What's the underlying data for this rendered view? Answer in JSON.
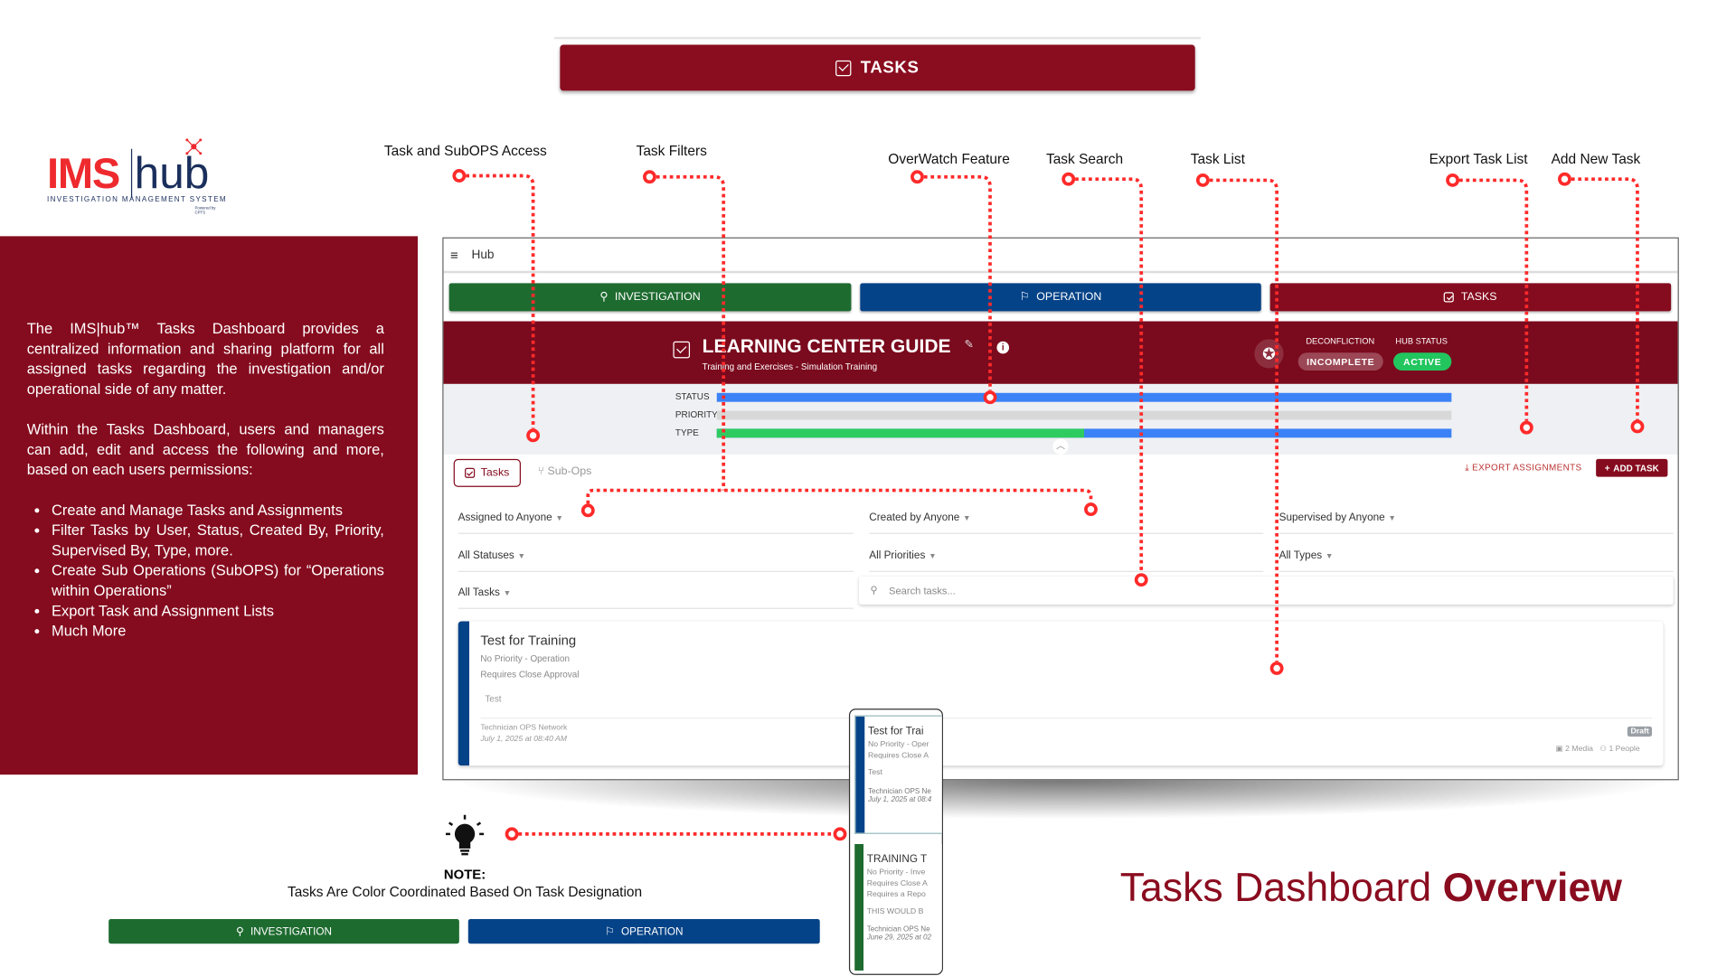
{
  "banner": {
    "title": "TASKS"
  },
  "logo": {
    "ims": "IMS",
    "hub": "hub",
    "tagline": "INVESTIGATION MANAGEMENT SYSTEM",
    "powered": "Powered by CPTS"
  },
  "intro": {
    "paragraphs": [
      "The IMS|hub™ Tasks Dashboard provides a centralized information and sharing platform for all assigned tasks regarding the investigation and/or operational side of any matter.",
      "Within the Tasks Dashboard, users and managers can add, edit and access the following and more, based on each users permissions:"
    ],
    "bullets": [
      "Create and Manage Tasks and Assignments",
      "Filter Tasks by User, Status, Created By, Priority, Supervised By, Type, more.",
      "Create Sub Operations (SubOPS) for “Operations within Operations”",
      "Export Task and Assignment Lists",
      "Much More"
    ]
  },
  "annotations": {
    "subops": "Task and SubOPS Access",
    "filters": "Task Filters",
    "overwatch": "OverWatch Feature",
    "search": "Task Search",
    "list": "Task List",
    "export": "Export Task List",
    "add": "Add New Task"
  },
  "app": {
    "header": "Hub",
    "nav": {
      "investigation": "INVESTIGATION",
      "operation": "OPERATION",
      "tasks": "TASKS"
    },
    "title": "LEARNING CENTER GUIDE",
    "subtitle": "Training and Exercises - Simulation Training",
    "deconfliction_label": "DECONFLICTION",
    "deconfliction_value": "INCOMPLETE",
    "hub_status_label": "HUB STATUS",
    "hub_status_value": "ACTIVE",
    "overwatch": {
      "status_label": "STATUS",
      "priority_label": "PRIORITY",
      "type_label": "TYPE",
      "type_green_fraction": 0.5
    },
    "tabs": {
      "tasks": "Tasks",
      "subops": "Sub-Ops"
    },
    "export": "EXPORT ASSIGNMENTS",
    "add": "ADD TASK",
    "filters": {
      "assigned": "Assigned to Anyone",
      "created": "Created by Anyone",
      "supervised": "Supervised by Anyone",
      "statuses": "All Statuses",
      "priorities": "All Priorities",
      "types": "All Types",
      "tasks": "All Tasks"
    },
    "search_placeholder": "Search tasks...",
    "task": {
      "title": "Test for Training",
      "meta": "No Priority - Operation",
      "approval": "Requires Close Approval",
      "desc": "Test",
      "network": "Technician OPS Network",
      "date": "July 1, 2025 at 08:40 AM",
      "badge": "Draft",
      "media": "2 Media",
      "people": "1 People"
    }
  },
  "zoom_cards": [
    {
      "title": "Test for Trai",
      "l1": "No Priority - Oper",
      "l2": "Requires Close A",
      "l3": "",
      "desc": "Test",
      "network": "Technician OPS Ne",
      "date": "July 1, 2025 at 08:4"
    },
    {
      "title": "TRAINING T",
      "l1": "No Priority - Inve",
      "l2": "Requires Close A",
      "l3": "Requires a Repo",
      "desc": "THIS WOULD B",
      "network": "Technician OPS Ne",
      "date": "June 29, 2025 at 02"
    }
  ],
  "note": {
    "label": "NOTE:",
    "text": "Tasks Are Color Coordinated Based On Task Designation",
    "investigation": "INVESTIGATION",
    "operation": "OPERATION"
  },
  "headline": {
    "light": "Tasks Dashboard ",
    "bold": "Overview"
  },
  "colors": {
    "brand_red": "#850b1e",
    "investigation": "#1e6b30",
    "operation": "#054388",
    "annotation": "#ff2a2a"
  }
}
